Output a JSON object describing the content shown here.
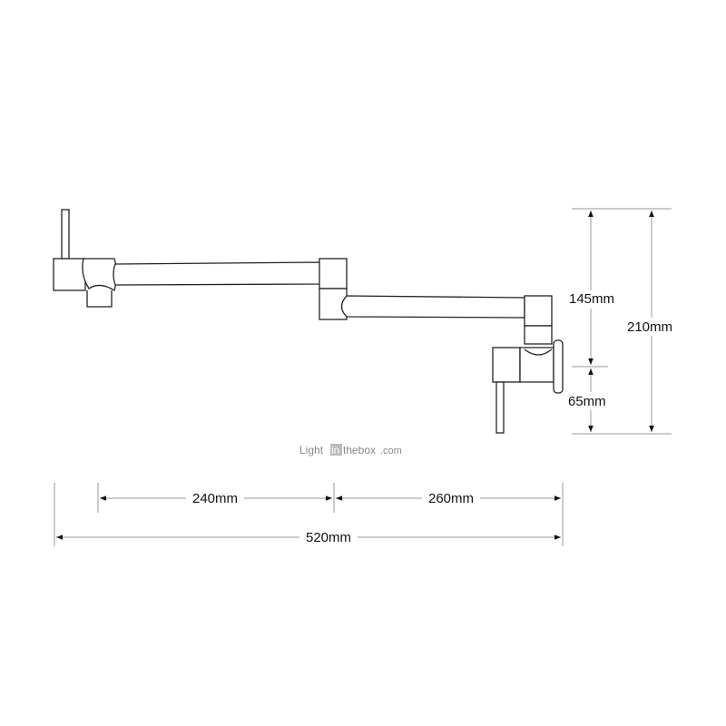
{
  "dimensions": {
    "height_upper": "145mm",
    "height_lower": "65mm",
    "height_total": "210mm",
    "width_left": "240mm",
    "width_right": "260mm",
    "width_total": "520mm"
  },
  "watermark": {
    "part1": "Light",
    "part2": "in",
    "part3": "thebox",
    "part4": ".com"
  },
  "colors": {
    "line": "#222222",
    "dimension": "#999999",
    "text": "#111111"
  }
}
